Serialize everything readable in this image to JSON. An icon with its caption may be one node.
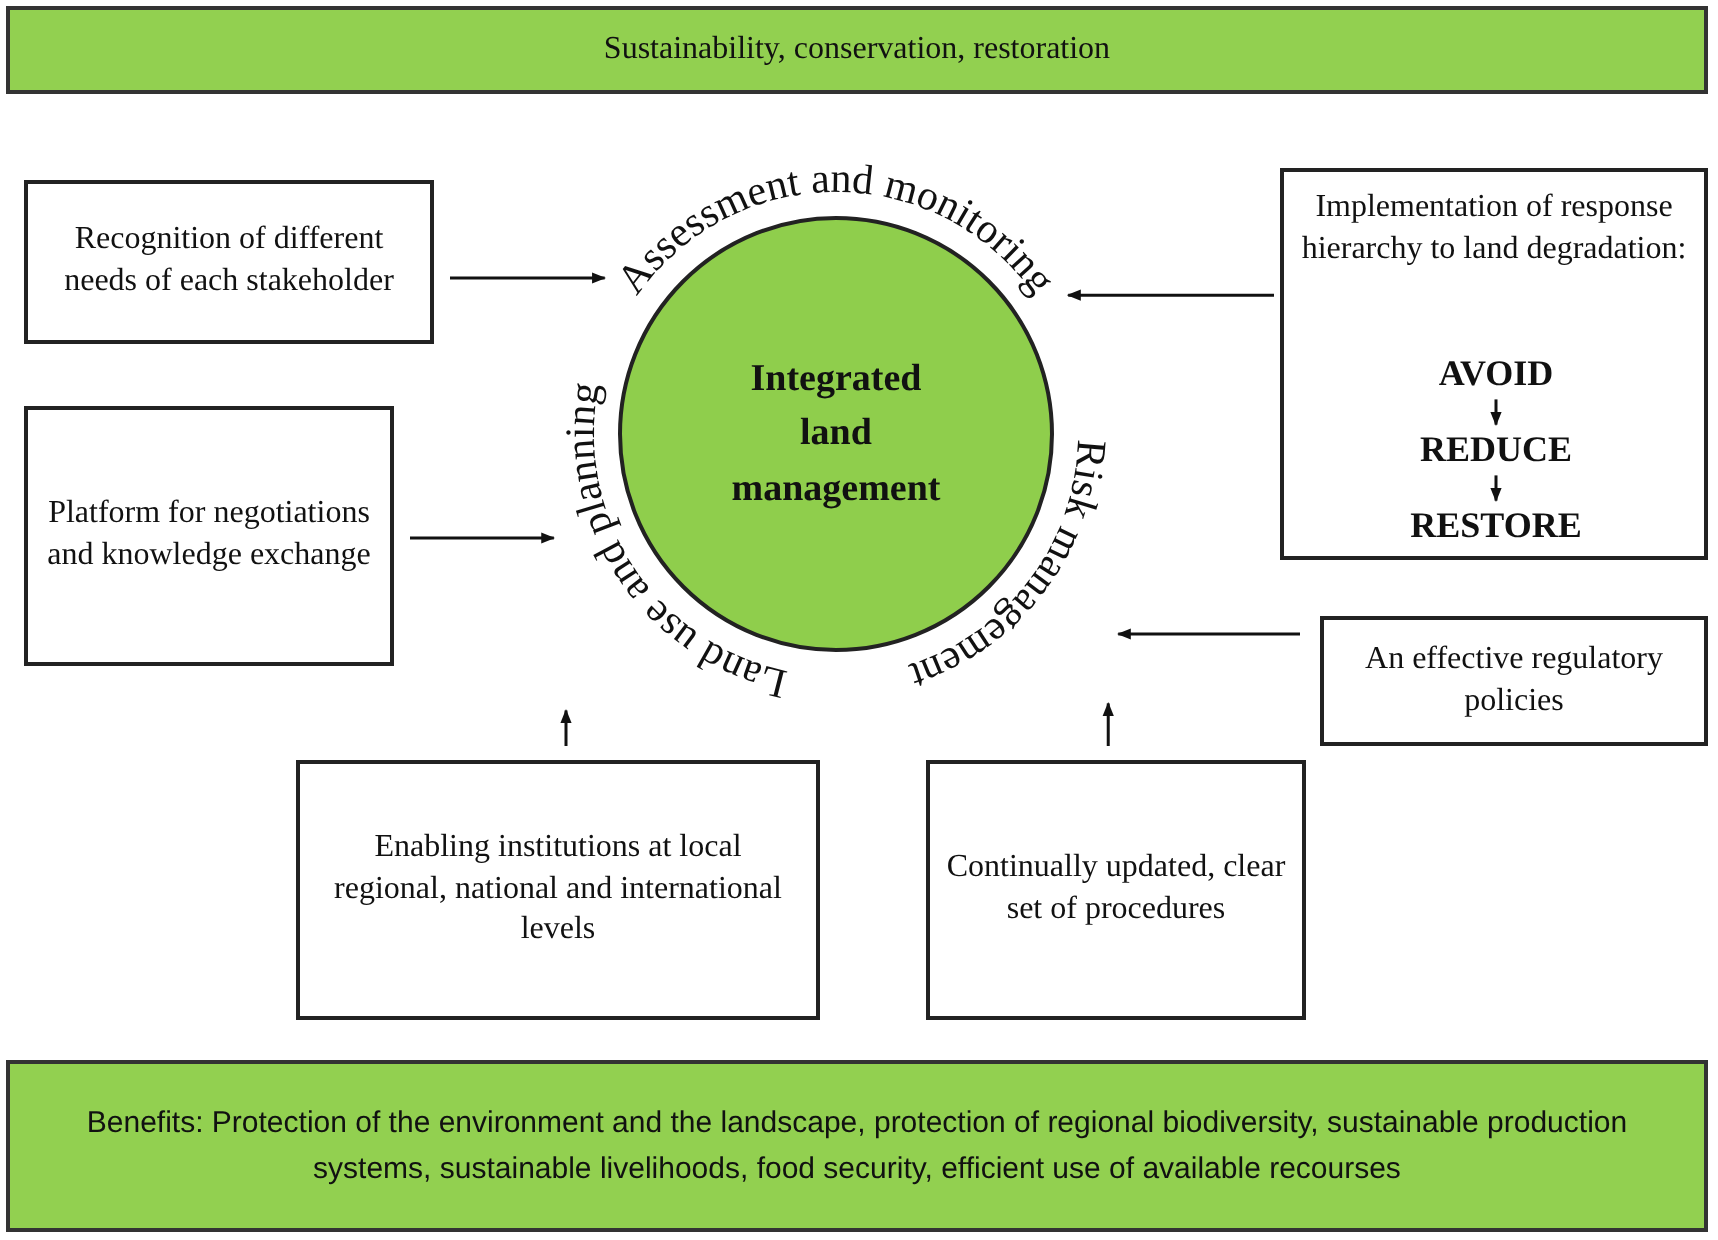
{
  "diagram": {
    "nodes": [
      {
        "text": [
          "Sustainability, conservation, restoration"
        ]
      },
      {
        "text": [
          "Recognition of different needs of each stakeholder"
        ]
      },
      {
        "text": [
          "Platform for negotiations and knowledge exchange"
        ]
      },
      {
        "text": [
          "Implementation of response hierarchy to land degradation:"
        ]
      },
      {
        "text": [
          "AVOID"
        ],
        "in": 3
      },
      {
        "text": [
          "REDUCE"
        ],
        "in": 3
      },
      {
        "text": [
          "RESTORE"
        ],
        "in": 3
      },
      {
        "text": [
          "An effective regulatory policies"
        ]
      },
      {
        "text": [
          "Enabling institutions at local regional, national and international levels"
        ]
      },
      {
        "text": [
          "Continually updated, clear set of procedures"
        ]
      },
      {
        "text": [
          "Integrated land management"
        ]
      },
      {
        "text": [
          "Benefits: Protection of the environment and the landscape, protection of regional biodiversity, sustainable production systems, sustainable livelihoods, food security, efficient use of available recourses"
        ]
      },
      {
        "text": [
          "Assessment and monitoring"
        ]
      },
      {
        "text": [
          "Risk management"
        ]
      },
      {
        "text": [
          "Land use and planning"
        ]
      }
    ],
    "edges": [
      {
        "from": 1,
        "to": 12,
        "arrow": "to"
      },
      {
        "from": 2,
        "to": 14,
        "arrow": "to"
      },
      {
        "from": 3,
        "to": 12,
        "arrow": "to"
      },
      {
        "from": 7,
        "to": 13,
        "arrow": "to"
      },
      {
        "from": 8,
        "to": 14,
        "arrow": "to"
      },
      {
        "from": 9,
        "to": 13,
        "arrow": "to"
      },
      {
        "from": 4,
        "to": 5,
        "arrow": "to"
      },
      {
        "from": 5,
        "to": 6,
        "arrow": "to"
      }
    ]
  }
}
